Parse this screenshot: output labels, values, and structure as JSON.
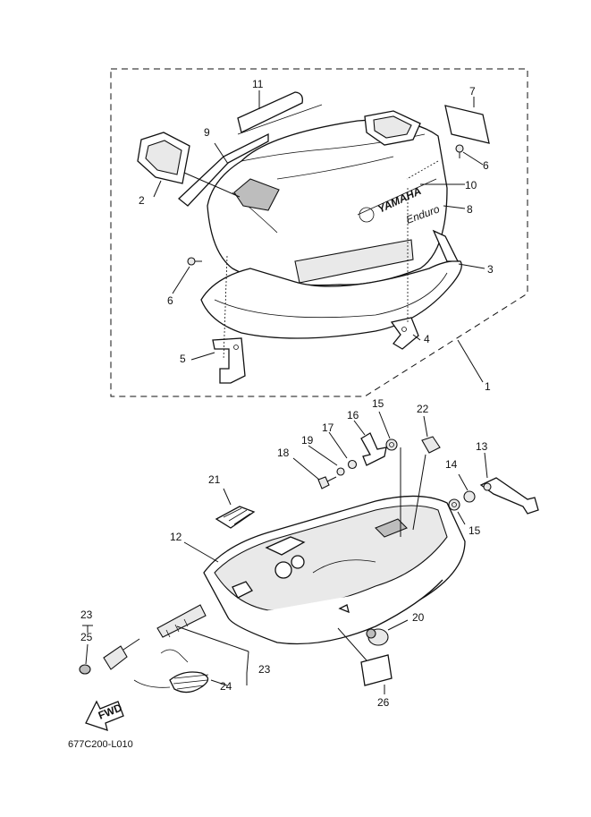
{
  "diagram": {
    "code": "677C200-L010",
    "fwd_label": "FWD",
    "brand_label": "YAMAHA",
    "model_label": "Enduro",
    "callouts": {
      "c1": "1",
      "c2": "2",
      "c3": "3",
      "c4": "4",
      "c5": "5",
      "c6a": "6",
      "c6b": "6",
      "c7": "7",
      "c8": "8",
      "c9": "9",
      "c10": "10",
      "c11": "11",
      "c12": "12",
      "c13": "13",
      "c14": "14",
      "c15a": "15",
      "c15b": "15",
      "c16": "16",
      "c17": "17",
      "c18": "18",
      "c19": "19",
      "c20": "20",
      "c21": "21",
      "c22": "22",
      "c23a": "23",
      "c23b": "23",
      "c24": "24",
      "c25": "25",
      "c26": "26"
    }
  }
}
